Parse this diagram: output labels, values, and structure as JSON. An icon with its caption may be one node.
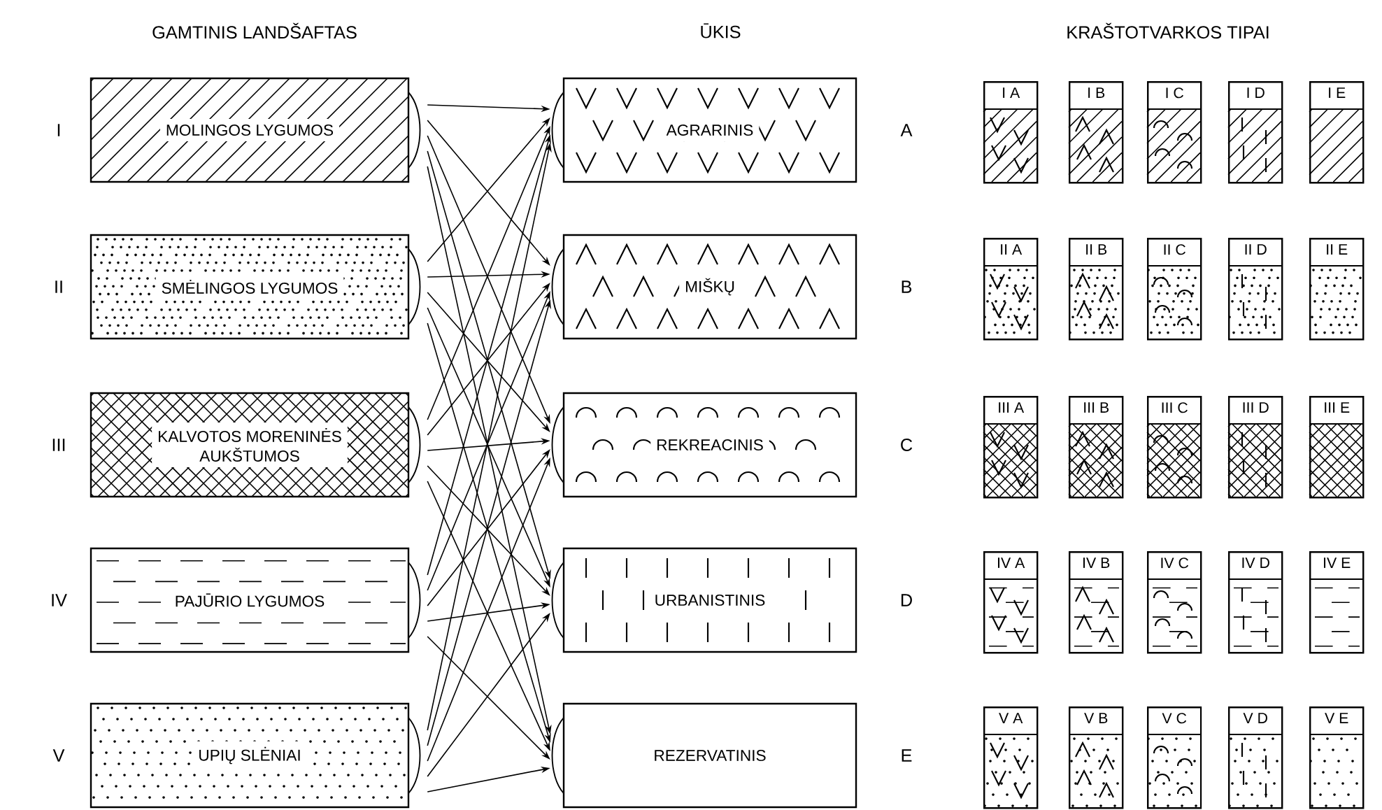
{
  "diagram": {
    "nodes": [
      {
        "text": [
          "MOLINGOS LYGUMOS"
        ],
        "beside": [
          "I"
        ]
      },
      {
        "text": [
          "SMĖLINGOS LYGUMOS"
        ],
        "beside": [
          "II"
        ]
      },
      {
        "text": [
          "KALVOTOS MORENINĖS AUKŠTUMOS"
        ],
        "beside": [
          "III"
        ]
      },
      {
        "text": [
          "PAJŪRIO LYGUMOS"
        ],
        "beside": [
          "IV"
        ]
      },
      {
        "text": [
          "UPIŲ SLĖNIAI"
        ],
        "beside": [
          "V"
        ]
      },
      {
        "text": [
          "AGRARINIS"
        ]
      },
      {
        "text": [
          "MIŠKŲ"
        ]
      },
      {
        "text": [
          "REKREACINIS"
        ]
      },
      {
        "text": [
          "URBANISTINIS"
        ]
      },
      {
        "text": [
          "REZERVATINIS"
        ]
      },
      {
        "text": [
          "I A"
        ]
      },
      {
        "text": [
          "I B"
        ]
      },
      {
        "text": [
          "I C"
        ]
      },
      {
        "text": [
          "I D"
        ]
      },
      {
        "text": [
          "I E"
        ]
      },
      {
        "text": [
          "II A"
        ]
      },
      {
        "text": [
          "II B"
        ]
      },
      {
        "text": [
          "II C"
        ]
      },
      {
        "text": [
          "II D"
        ]
      },
      {
        "text": [
          "II E"
        ]
      },
      {
        "text": [
          "III A"
        ]
      },
      {
        "text": [
          "III B"
        ]
      },
      {
        "text": [
          "III C"
        ]
      },
      {
        "text": [
          "III D"
        ]
      },
      {
        "text": [
          "III E"
        ]
      },
      {
        "text": [
          "IV A"
        ]
      },
      {
        "text": [
          "IV B"
        ]
      },
      {
        "text": [
          "IV C"
        ]
      },
      {
        "text": [
          "IV D"
        ]
      },
      {
        "text": [
          "IV E"
        ]
      },
      {
        "text": [
          "V A"
        ]
      },
      {
        "text": [
          "V B"
        ]
      },
      {
        "text": [
          "V C"
        ]
      },
      {
        "text": [
          "V D"
        ]
      },
      {
        "text": [
          "V E"
        ]
      }
    ],
    "edges": [
      {
        "from": 0,
        "to": 5,
        "arrow": "to"
      },
      {
        "from": 0,
        "to": 6,
        "arrow": "to"
      },
      {
        "from": 0,
        "to": 7,
        "arrow": "to"
      },
      {
        "from": 0,
        "to": 8,
        "arrow": "to"
      },
      {
        "from": 0,
        "to": 9,
        "arrow": "to"
      },
      {
        "from": 1,
        "to": 5,
        "arrow": "to"
      },
      {
        "from": 1,
        "to": 6,
        "arrow": "to"
      },
      {
        "from": 1,
        "to": 7,
        "arrow": "to"
      },
      {
        "from": 1,
        "to": 8,
        "arrow": "to"
      },
      {
        "from": 1,
        "to": 9,
        "arrow": "to"
      },
      {
        "from": 2,
        "to": 5,
        "arrow": "to"
      },
      {
        "from": 2,
        "to": 6,
        "arrow": "to"
      },
      {
        "from": 2,
        "to": 7,
        "arrow": "to"
      },
      {
        "from": 2,
        "to": 8,
        "arrow": "to"
      },
      {
        "from": 2,
        "to": 9,
        "arrow": "to"
      },
      {
        "from": 3,
        "to": 5,
        "arrow": "to"
      },
      {
        "from": 3,
        "to": 6,
        "arrow": "to"
      },
      {
        "from": 3,
        "to": 7,
        "arrow": "to"
      },
      {
        "from": 3,
        "to": 8,
        "arrow": "to"
      },
      {
        "from": 3,
        "to": 9,
        "arrow": "to"
      },
      {
        "from": 4,
        "to": 5,
        "arrow": "to"
      },
      {
        "from": 4,
        "to": 6,
        "arrow": "to"
      },
      {
        "from": 4,
        "to": 7,
        "arrow": "to"
      },
      {
        "from": 4,
        "to": 8,
        "arrow": "to"
      },
      {
        "from": 4,
        "to": 9,
        "arrow": "to"
      }
    ],
    "labels": [
      "GAMTINIS LANDŠAFTAS",
      "ŪKIS",
      "KRAŠTOTVARKOS TIPAI",
      "A",
      "B",
      "C",
      "D",
      "E"
    ]
  }
}
